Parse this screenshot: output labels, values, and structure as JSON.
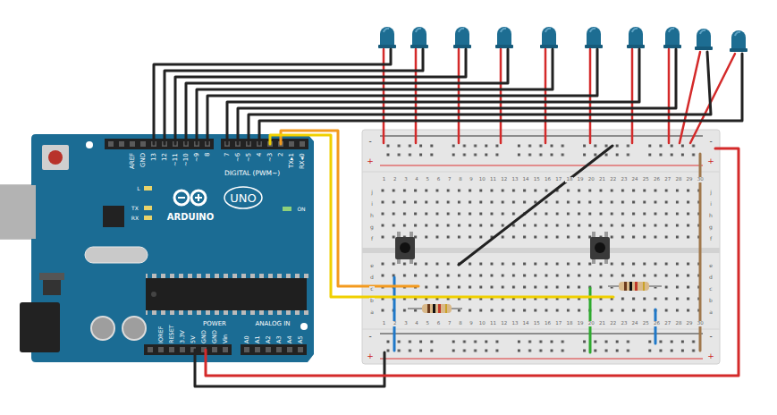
{
  "diagram": {
    "labels": [
      "AREF",
      "GND",
      "13",
      "12",
      "~11",
      "~10",
      "~9",
      "8",
      "7",
      "~6",
      "~5",
      "4",
      "~3",
      "2",
      "TX▸1",
      "RX◂0",
      "DIGITAL (PWM~)",
      "L",
      "TX",
      "RX",
      "ARDUINO",
      "UNO",
      "ON",
      "IOREF",
      "RESET",
      "3.3V",
      "5V",
      "GND",
      "GND",
      "Vin",
      "POWER",
      "A0",
      "A1",
      "A2",
      "A3",
      "A4",
      "A5",
      "ANALOG IN",
      "-",
      "+",
      "-",
      "+",
      "-",
      "+",
      "-",
      "+",
      "1",
      "2",
      "3",
      "4",
      "5",
      "6",
      "7",
      "8",
      "9",
      "10",
      "11",
      "12",
      "13",
      "14",
      "15",
      "16",
      "17",
      "18",
      "19",
      "20",
      "21",
      "22",
      "23",
      "24",
      "25",
      "26",
      "27",
      "28",
      "29",
      "30",
      "1",
      "2",
      "3",
      "4",
      "5",
      "6",
      "7",
      "8",
      "9",
      "10",
      "11",
      "12",
      "13",
      "14",
      "15",
      "16",
      "17",
      "18",
      "19",
      "20",
      "21",
      "22",
      "23",
      "24",
      "25",
      "26",
      "27",
      "28",
      "29",
      "30",
      "j",
      "i",
      "h",
      "g",
      "f",
      "e",
      "d",
      "c",
      "b",
      "a",
      "j",
      "i",
      "h",
      "g",
      "f",
      "e",
      "d",
      "c",
      "b",
      "a"
    ]
  }
}
